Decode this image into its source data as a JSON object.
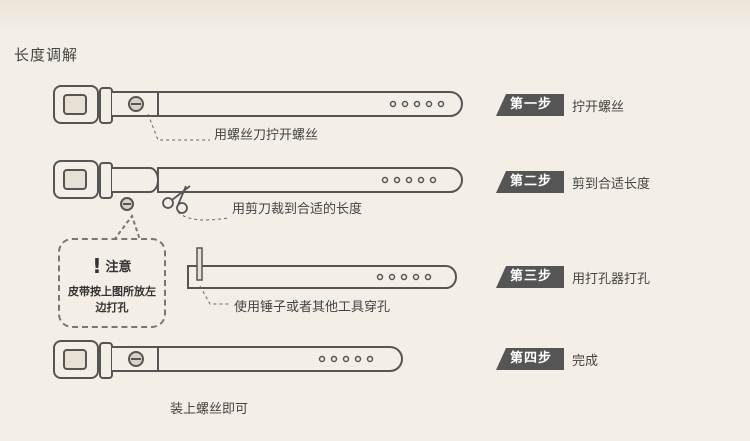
{
  "title": "长度调解",
  "steps": [
    {
      "badge": "第一步",
      "text": "拧开螺丝"
    },
    {
      "badge": "第二步",
      "text": "剪到合适长度"
    },
    {
      "badge": "第三步",
      "text": "用打孔器打孔"
    },
    {
      "badge": "第四步",
      "text": "完成"
    }
  ],
  "captions": {
    "step1": "用螺丝刀拧开螺丝",
    "step2": "用剪刀裁到合适的长度",
    "step3": "使用锤子或者其他工具穿孔",
    "step4": "装上螺丝即可"
  },
  "note": {
    "heading": "注意",
    "body": "皮带按上图所放左边打孔"
  },
  "colors": {
    "background": "#f3efe7",
    "line": "#555555",
    "badge": "#555555"
  },
  "icons": [
    "belt-buckle-icon",
    "screw-icon",
    "scissors-icon",
    "punch-tool-icon",
    "exclamation-icon"
  ]
}
